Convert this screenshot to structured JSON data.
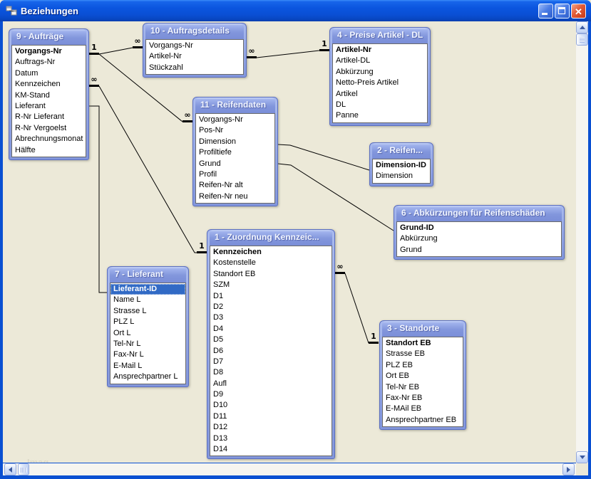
{
  "window": {
    "title": "Beziehungen",
    "close_glyph": "✕"
  },
  "icons": {
    "window_icon": "relationships-icon",
    "minimize": "minimize-icon",
    "maximize": "maximize-icon",
    "close": "close-icon",
    "scroll_up": "scroll-up-icon",
    "scroll_down": "scroll-down-icon",
    "scroll_left": "scroll-left-icon",
    "scroll_right": "scroll-right-icon"
  },
  "canvas": {
    "watermark": "Imag"
  },
  "cardinality": {
    "one": "1",
    "many": "∞"
  },
  "tables": [
    {
      "title": "9 - Aufträge",
      "fields": [
        {
          "name": "Vorgangs-Nr",
          "bold": true
        },
        {
          "name": "Auftrags-Nr"
        },
        {
          "name": "Datum"
        },
        {
          "name": "Kennzeichen"
        },
        {
          "name": "KM-Stand"
        },
        {
          "name": "Lieferant"
        },
        {
          "name": "R-Nr Lieferant"
        },
        {
          "name": "R-Nr Vergoelst"
        },
        {
          "name": "Abrechnungsmonat"
        },
        {
          "name": "Hälfte"
        }
      ]
    },
    {
      "title": "10 - Auftragsdetails",
      "fields": [
        {
          "name": "Vorgangs-Nr"
        },
        {
          "name": "Artikel-Nr"
        },
        {
          "name": "Stückzahl"
        }
      ]
    },
    {
      "title": "4 - Preise Artikel - DL",
      "fields": [
        {
          "name": "Artikel-Nr",
          "bold": true
        },
        {
          "name": "Artikel-DL"
        },
        {
          "name": "Abkürzung"
        },
        {
          "name": "Netto-Preis Artikel"
        },
        {
          "name": "Artikel"
        },
        {
          "name": "DL"
        },
        {
          "name": "Panne"
        }
      ]
    },
    {
      "title": "11 - Reifendaten",
      "fields": [
        {
          "name": "Vorgangs-Nr"
        },
        {
          "name": "Pos-Nr"
        },
        {
          "name": "Dimension"
        },
        {
          "name": "Profiltiefe"
        },
        {
          "name": "Grund"
        },
        {
          "name": "Profil"
        },
        {
          "name": "Reifen-Nr alt"
        },
        {
          "name": "Reifen-Nr neu"
        }
      ]
    },
    {
      "title": "2 - Reifen...",
      "fields": [
        {
          "name": "Dimension-ID",
          "bold": true
        },
        {
          "name": "Dimension"
        }
      ]
    },
    {
      "title": "6 - Abkürzungen für Reifenschäden",
      "fields": [
        {
          "name": "Grund-ID",
          "bold": true
        },
        {
          "name": "Abkürzung"
        },
        {
          "name": "Grund"
        }
      ]
    },
    {
      "title": "1 - Zuordnung Kennzeic...",
      "fields": [
        {
          "name": "Kennzeichen",
          "bold": true
        },
        {
          "name": "Kostenstelle"
        },
        {
          "name": "Standort EB"
        },
        {
          "name": "SZM"
        },
        {
          "name": "D1"
        },
        {
          "name": "D2"
        },
        {
          "name": "D3"
        },
        {
          "name": "D4"
        },
        {
          "name": "D5"
        },
        {
          "name": "D6"
        },
        {
          "name": "D7"
        },
        {
          "name": "D8"
        },
        {
          "name": "Aufl"
        },
        {
          "name": "D9"
        },
        {
          "name": "D10"
        },
        {
          "name": "D11"
        },
        {
          "name": "D12"
        },
        {
          "name": "D13"
        },
        {
          "name": "D14"
        }
      ]
    },
    {
      "title": "7 - Lieferant",
      "fields": [
        {
          "name": "Lieferant-ID",
          "bold": true,
          "selected": true
        },
        {
          "name": "Name L"
        },
        {
          "name": "Strasse L"
        },
        {
          "name": "PLZ L"
        },
        {
          "name": "Ort L"
        },
        {
          "name": "Tel-Nr L"
        },
        {
          "name": "Fax-Nr L"
        },
        {
          "name": "E-Mail L"
        },
        {
          "name": "Ansprechpartner L"
        }
      ]
    },
    {
      "title": "3 - Standorte",
      "fields": [
        {
          "name": "Standort EB",
          "bold": true
        },
        {
          "name": "Strasse EB"
        },
        {
          "name": "PLZ EB"
        },
        {
          "name": "Ort EB"
        },
        {
          "name": "Tel-Nr EB"
        },
        {
          "name": "Fax-Nr EB"
        },
        {
          "name": "E-MAil EB"
        },
        {
          "name": "Ansprechpartner EB"
        }
      ]
    }
  ],
  "relationships": [
    {
      "from": "9 - Aufträge",
      "from_field": "Vorgangs-Nr",
      "from_card": "1",
      "to": "10 - Auftragsdetails",
      "to_field": "Vorgangs-Nr",
      "to_card": "∞"
    },
    {
      "from": "9 - Aufträge",
      "from_field": "Vorgangs-Nr",
      "from_card": "1",
      "to": "11 - Reifendaten",
      "to_field": "Vorgangs-Nr",
      "to_card": "∞"
    },
    {
      "from": "1 - Zuordnung Kennzeic...",
      "from_field": "Kennzeichen",
      "from_card": "1",
      "to": "9 - Aufträge",
      "to_field": "Kennzeichen",
      "to_card": "∞"
    },
    {
      "from": "7 - Lieferant",
      "from_field": "Lieferant-ID",
      "from_card": "",
      "to": "9 - Aufträge",
      "to_field": "Lieferant",
      "to_card": ""
    },
    {
      "from": "4 - Preise Artikel - DL",
      "from_field": "Artikel-Nr",
      "from_card": "1",
      "to": "10 - Auftragsdetails",
      "to_field": "Artikel-Nr",
      "to_card": "∞"
    },
    {
      "from": "2 - Reifen...",
      "from_field": "Dimension-ID",
      "from_card": "",
      "to": "11 - Reifendaten",
      "to_field": "Dimension",
      "to_card": ""
    },
    {
      "from": "6 - Abkürzungen für Reifenschäden",
      "from_field": "Grund-ID",
      "from_card": "",
      "to": "11 - Reifendaten",
      "to_field": "Grund",
      "to_card": ""
    },
    {
      "from": "3 - Standorte",
      "from_field": "Standort EB",
      "from_card": "1",
      "to": "1 - Zuordnung Kennzeic...",
      "to_field": "Standort EB",
      "to_card": "∞"
    }
  ]
}
